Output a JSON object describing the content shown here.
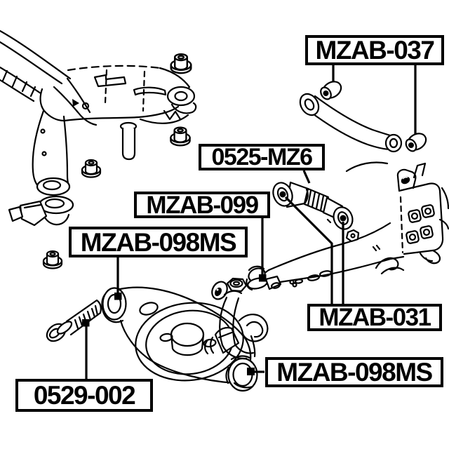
{
  "diagram": {
    "background_color": "#ffffff",
    "line_color": "#000000",
    "label_border_color": "#000000",
    "label_text_color": "#000000"
  },
  "labels": [
    {
      "id": "mzab-037",
      "text": "MZAB-037"
    },
    {
      "id": "0525-mz6",
      "text": "0525-MZ6"
    },
    {
      "id": "mzab-099",
      "text": "MZAB-099"
    },
    {
      "id": "mzab-098ms-upper",
      "text": "MZAB-098MS"
    },
    {
      "id": "mzab-031",
      "text": "MZAB-031"
    },
    {
      "id": "mzab-098ms-lower",
      "text": "MZAB-098MS"
    },
    {
      "id": "0529-002",
      "text": "0529-002"
    }
  ]
}
